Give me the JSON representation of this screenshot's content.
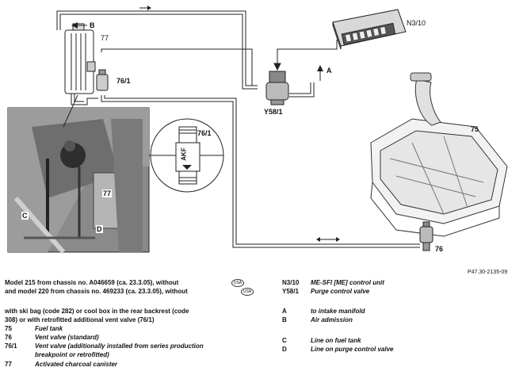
{
  "diagram": {
    "labels": {
      "b": "B",
      "n77": "77",
      "n76_1": "76/1",
      "n3_10": "N3/10",
      "y58_1": "Y58/1",
      "a": "A",
      "n75": "75",
      "n76": "76",
      "inset_76_1": "76/1",
      "akf": "AKF",
      "inset_77": "77",
      "c": "C",
      "d": "D"
    },
    "ref_code": "P47.30-2135-09"
  },
  "legend": {
    "model_line_1": "Model 215 from chassis no. A046659 (ca. 23.3.05), without",
    "model_line_2": "and model 220 from chassis no. 469233 (ca. 23.3.05), without",
    "badge_1": "USA",
    "badge_2": "USA",
    "note_1": "with ski bag (code 282) or cool box in the rear backrest (code",
    "note_2": "308) or with retrofitted additional vent valve (76/1)",
    "items_left": [
      {
        "key": "75",
        "text": "Fuel tank"
      },
      {
        "key": "76",
        "text": "Vent valve (standard)"
      },
      {
        "key": "76/1",
        "text": "Vent valve (additionally installed from series production"
      },
      {
        "key": "",
        "text": "breakpoint or retrofitted)"
      },
      {
        "key": "77",
        "text": "Activated charcoal canister"
      }
    ],
    "items_right": [
      {
        "key": "N3/10",
        "text": "ME-SFI [ME] control unit"
      },
      {
        "key": "Y58/1",
        "text": "Purge control valve"
      },
      {
        "key": "A",
        "text": "to intake manifold"
      },
      {
        "key": "B",
        "text": "Air admission"
      },
      {
        "key": "C",
        "text": "Line on fuel tank"
      },
      {
        "key": "D",
        "text": "Line on purge control valve"
      }
    ]
  }
}
